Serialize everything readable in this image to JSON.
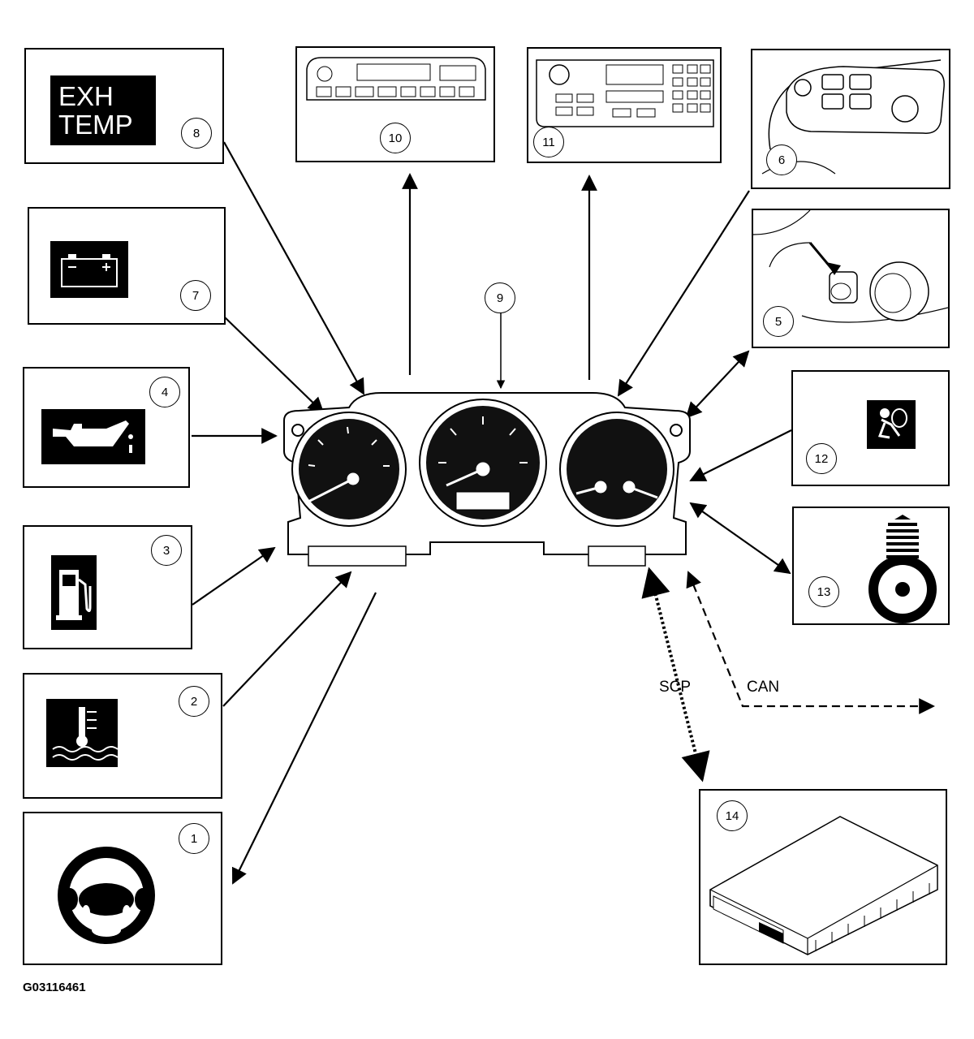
{
  "figure_id": "G03116461",
  "exh_temp": {
    "line1": "EXH",
    "line2": "TEMP"
  },
  "connections": {
    "scp_label": "SCP",
    "can_label": "CAN"
  },
  "callouts": {
    "c1": "1",
    "c2": "2",
    "c3": "3",
    "c4": "4",
    "c5": "5",
    "c6": "6",
    "c7": "7",
    "c8": "8",
    "c9": "9",
    "c10": "10",
    "c11": "11",
    "c12": "12",
    "c13": "13",
    "c14": "14"
  }
}
